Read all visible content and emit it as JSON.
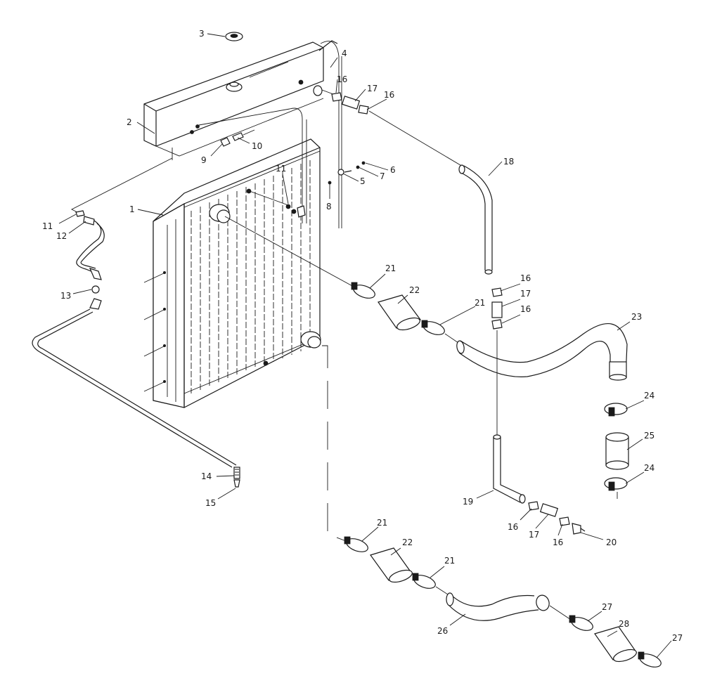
{
  "callouts": [
    {
      "id": "c1",
      "text": "1"
    },
    {
      "id": "c2",
      "text": "2"
    },
    {
      "id": "c3",
      "text": "3"
    },
    {
      "id": "c4",
      "text": "4"
    },
    {
      "id": "c5",
      "text": "5"
    },
    {
      "id": "c6",
      "text": "6"
    },
    {
      "id": "c7",
      "text": "7"
    },
    {
      "id": "c8",
      "text": "8"
    },
    {
      "id": "c9",
      "text": "9"
    },
    {
      "id": "c10",
      "text": "10"
    },
    {
      "id": "c11a",
      "text": "11"
    },
    {
      "id": "c11b",
      "text": "11"
    },
    {
      "id": "c12",
      "text": "12"
    },
    {
      "id": "c13",
      "text": "13"
    },
    {
      "id": "c14",
      "text": "14"
    },
    {
      "id": "c15",
      "text": "15"
    },
    {
      "id": "c16a",
      "text": "16"
    },
    {
      "id": "c16b",
      "text": "16"
    },
    {
      "id": "c16c",
      "text": "16"
    },
    {
      "id": "c16d",
      "text": "16"
    },
    {
      "id": "c16e",
      "text": "16"
    },
    {
      "id": "c16f",
      "text": "16"
    },
    {
      "id": "c17a",
      "text": "17"
    },
    {
      "id": "c17b",
      "text": "17"
    },
    {
      "id": "c17c",
      "text": "17"
    },
    {
      "id": "c18",
      "text": "18"
    },
    {
      "id": "c19",
      "text": "19"
    },
    {
      "id": "c20",
      "text": "20"
    },
    {
      "id": "c21a",
      "text": "21"
    },
    {
      "id": "c21b",
      "text": "21"
    },
    {
      "id": "c21c",
      "text": "21"
    },
    {
      "id": "c21d",
      "text": "21"
    },
    {
      "id": "c22a",
      "text": "22"
    },
    {
      "id": "c22b",
      "text": "22"
    },
    {
      "id": "c23",
      "text": "23"
    },
    {
      "id": "c24a",
      "text": "24"
    },
    {
      "id": "c24b",
      "text": "24"
    },
    {
      "id": "c25",
      "text": "25"
    },
    {
      "id": "c26",
      "text": "26"
    },
    {
      "id": "c27a",
      "text": "27"
    },
    {
      "id": "c27b",
      "text": "27"
    },
    {
      "id": "c28",
      "text": "28"
    }
  ]
}
